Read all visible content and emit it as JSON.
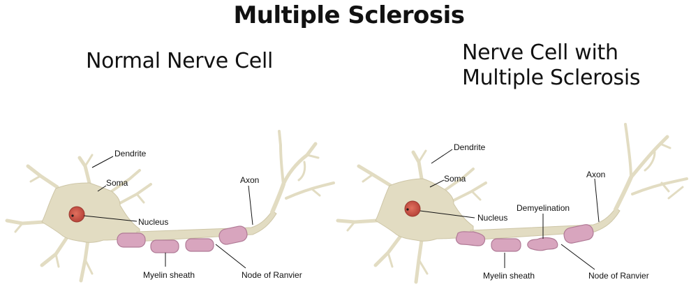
{
  "title": "Multiple Sclerosis",
  "panels": {
    "normal": {
      "heading": "Normal Nerve Cell",
      "labels": {
        "dendrite": "Dendrite",
        "soma": "Soma",
        "nucleus": "Nucleus",
        "axon": "Axon",
        "myelin_sheath": "Myelin sheath",
        "node_of_ranvier": "Node of Ranvier"
      }
    },
    "ms": {
      "heading_line1": "Nerve Cell with",
      "heading_line2": "Multiple Sclerosis",
      "labels": {
        "dendrite": "Dendrite",
        "soma": "Soma",
        "nucleus": "Nucleus",
        "demyelination": "Demyelination",
        "axon": "Axon",
        "myelin_sheath": "Myelin sheath",
        "node_of_ranvier": "Node of Ranvier"
      }
    }
  },
  "colors": {
    "cell_body": "#e2dcc2",
    "nucleus": "#d35a4a",
    "myelin": "#d8a5be"
  }
}
